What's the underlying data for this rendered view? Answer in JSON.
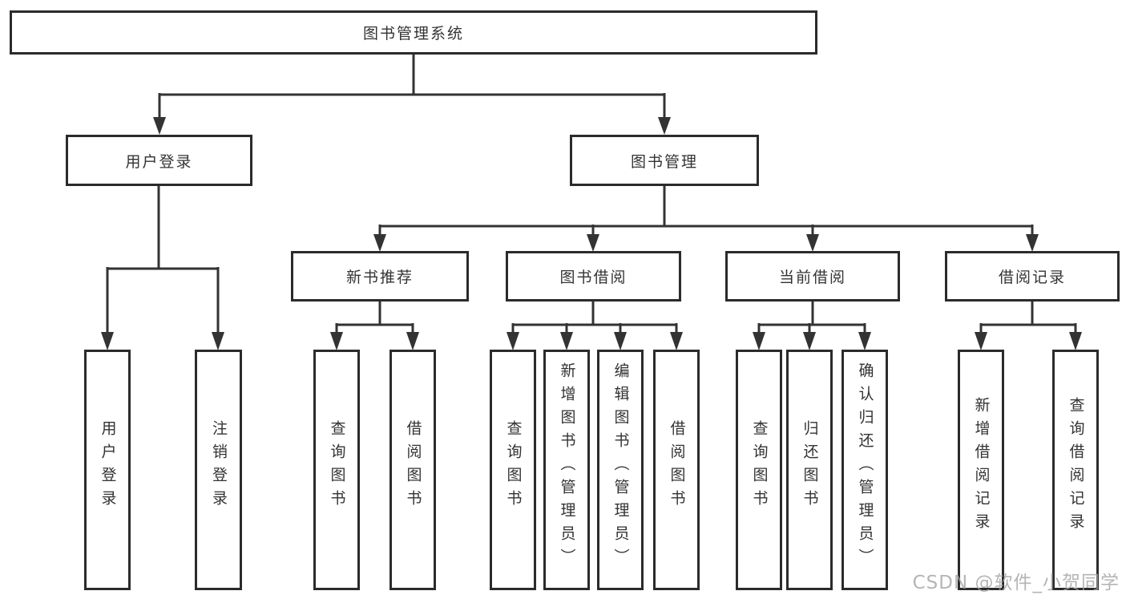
{
  "diagram": {
    "type": "hierarchy-tree",
    "title": "图书管理系统",
    "colors": {
      "line": "#333333",
      "box_border": "#2b2b2b",
      "box_fill": "#ffffff",
      "text": "#333333",
      "background": "#ffffff",
      "watermark": "#a3a3a3"
    }
  },
  "tree": {
    "label": "图书管理系统",
    "children": [
      {
        "label": "用户登录",
        "children": [
          {
            "label": "用户登录"
          },
          {
            "label": "注销登录"
          }
        ]
      },
      {
        "label": "图书管理",
        "children": [
          {
            "label": "新书推荐",
            "children": [
              {
                "label": "查询图书"
              },
              {
                "label": "借阅图书"
              }
            ]
          },
          {
            "label": "图书借阅",
            "children": [
              {
                "label": "查询图书"
              },
              {
                "label": "新增图书（管理员）"
              },
              {
                "label": "编辑图书（管理员）"
              },
              {
                "label": "借阅图书"
              }
            ]
          },
          {
            "label": "当前借阅",
            "children": [
              {
                "label": "查询图书"
              },
              {
                "label": "归还图书"
              },
              {
                "label": "确认归还（管理员）"
              }
            ]
          },
          {
            "label": "借阅记录",
            "children": [
              {
                "label": "新增借阅记录"
              },
              {
                "label": "查询借阅记录"
              }
            ]
          }
        ]
      }
    ]
  },
  "watermark": {
    "text": "CSDN @软件_小贺同学"
  }
}
